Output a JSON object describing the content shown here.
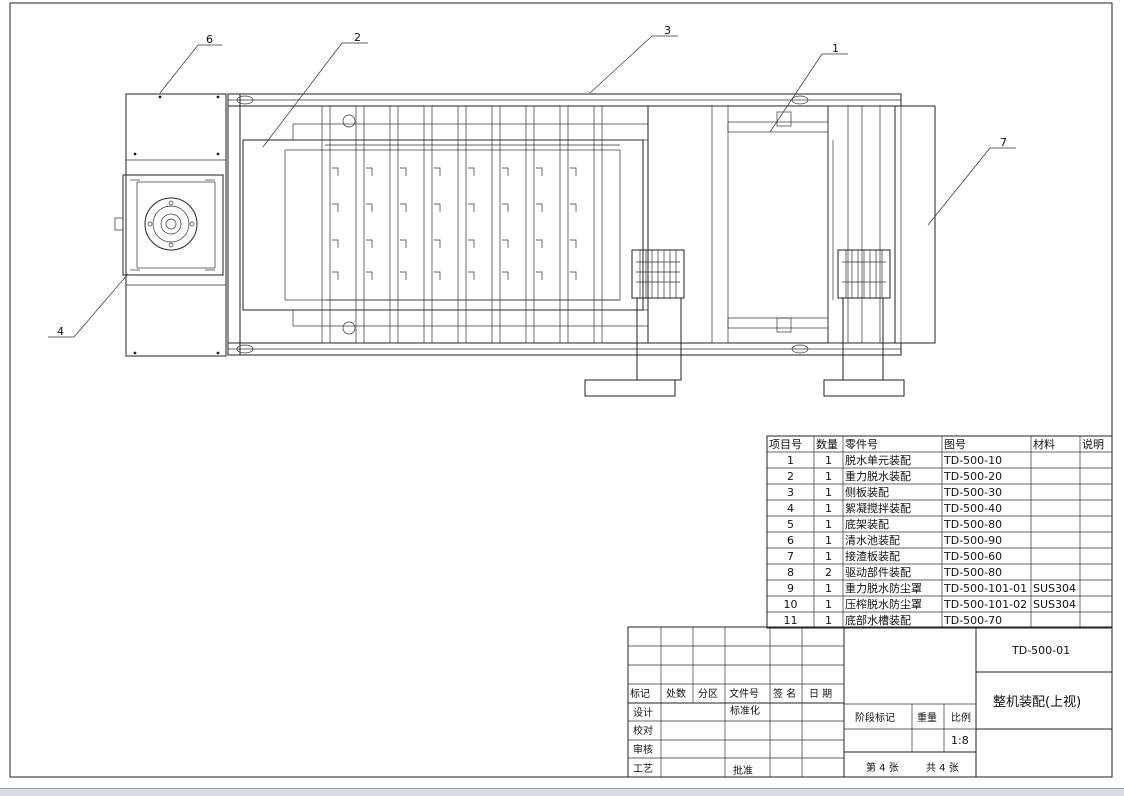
{
  "balloons": [
    {
      "n": "6"
    },
    {
      "n": "2"
    },
    {
      "n": "3"
    },
    {
      "n": "1"
    },
    {
      "n": "7"
    },
    {
      "n": "4"
    }
  ],
  "bom": {
    "headers": [
      "项目号",
      "数量",
      "零件号",
      "图号",
      "材料",
      "说明"
    ],
    "rows": [
      [
        "1",
        "1",
        "脱水单元装配",
        "TD-500-10",
        "",
        ""
      ],
      [
        "2",
        "1",
        "重力脱水装配",
        "TD-500-20",
        "",
        ""
      ],
      [
        "3",
        "1",
        "侧板装配",
        "TD-500-30",
        "",
        ""
      ],
      [
        "4",
        "1",
        "絮凝搅拌装配",
        "TD-500-40",
        "",
        ""
      ],
      [
        "5",
        "1",
        "底架装配",
        "TD-500-80",
        "",
        ""
      ],
      [
        "6",
        "1",
        "清水池装配",
        "TD-500-90",
        "",
        ""
      ],
      [
        "7",
        "1",
        "接渣板装配",
        "TD-500-60",
        "",
        ""
      ],
      [
        "8",
        "2",
        "驱动部件装配",
        "TD-500-80",
        "",
        ""
      ],
      [
        "9",
        "1",
        "重力脱水防尘罩",
        "TD-500-101-01",
        "SUS304",
        ""
      ],
      [
        "10",
        "1",
        "压榨脱水防尘罩",
        "TD-500-101-02",
        "SUS304",
        ""
      ],
      [
        "11",
        "1",
        "底部水槽装配",
        "TD-500-70",
        "",
        ""
      ]
    ]
  },
  "title_block": {
    "drawing_no": "TD-500-01",
    "title": "整机装配(上视)",
    "scale": "1:8",
    "sheet": "第 4 张",
    "total": "共 4 张",
    "lbl_mark": "标记",
    "lbl_count": "处数",
    "lbl_zone": "分区",
    "lbl_docno": "文件号",
    "lbl_sign": "签 名",
    "lbl_date": "日 期",
    "lbl_design": "设计",
    "lbl_std": "标准化",
    "lbl_check": "校对",
    "lbl_review": "审核",
    "lbl_process": "工艺",
    "lbl_approve": "批准",
    "lbl_stage": "阶段标记",
    "lbl_weight": "重量",
    "lbl_ratio": "比例"
  }
}
